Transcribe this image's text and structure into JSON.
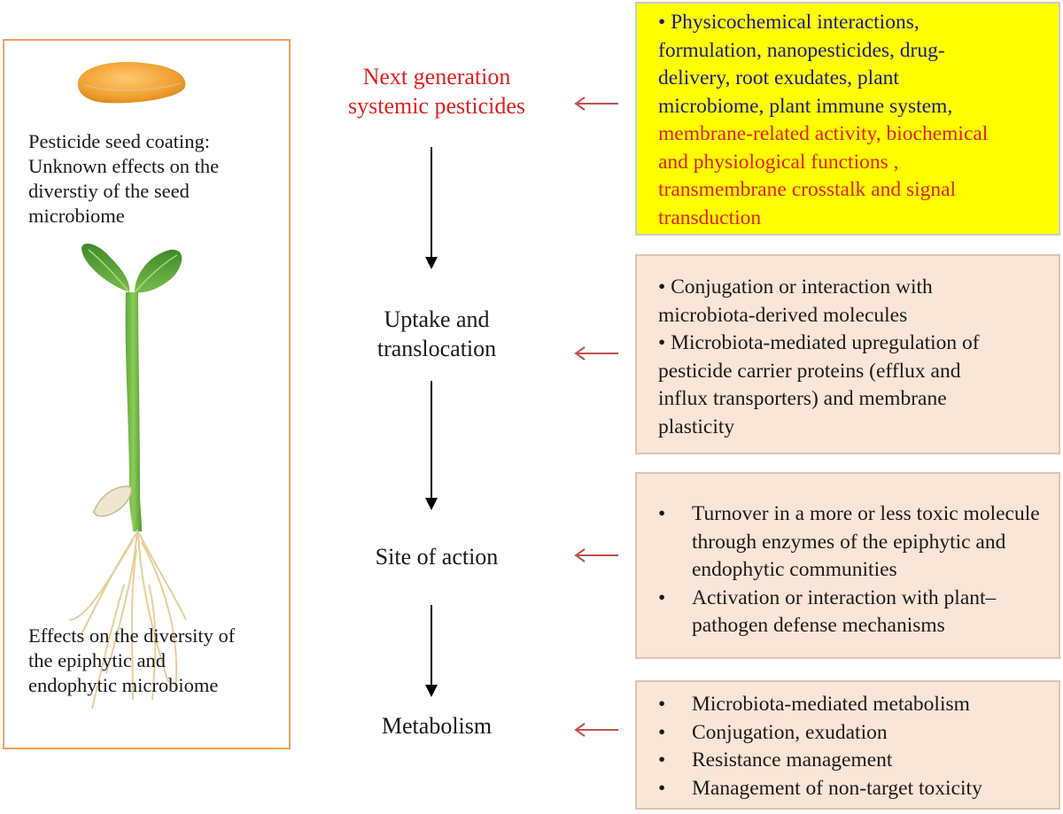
{
  "left_panel": {
    "seed_caption": [
      "Pesticide seed coating:",
      "Unknown effects on the",
      "diverstiy of the seed",
      "microbiome"
    ],
    "plant_caption": [
      "Effects on the diversity of",
      "the epiphytic and",
      "endophytic microbiome"
    ]
  },
  "stages": [
    {
      "lines": [
        "Next generation",
        "systemic pesticides"
      ],
      "color": "#e02020"
    },
    {
      "lines": [
        "Uptake and",
        "translocation"
      ],
      "color": "#1a1a1a"
    },
    {
      "lines": [
        "Site of action"
      ],
      "color": "#1a1a1a"
    },
    {
      "lines": [
        "Metabolism"
      ],
      "color": "#1a1a1a"
    }
  ],
  "boxes": [
    {
      "color": "#ffff00",
      "lines": [
        "• Physicochemical interactions,",
        "formulation, nanopesticides, drug-",
        "delivery, root exudates, plant",
        "microbiome, plant immune system,"
      ],
      "highlight_lines": [
        "membrane-related  activity, biochemical",
        "and physiological functions ,",
        "transmembrane crosstalk and signal",
        "transduction"
      ],
      "highlight_color": "#e02020"
    },
    {
      "color": "#fbe5d6",
      "lines": [
        "• Conjugation or interaction with",
        "microbiota-derived molecules",
        "• Microbiota-mediated upregulation of",
        "pesticide carrier proteins (efflux and",
        "influx transporters) and membrane",
        "plasticity"
      ]
    },
    {
      "color": "#fbe5d6",
      "bullet": "•",
      "items": [
        "Turnover in a more or less toxic molecule through enzymes of the epiphytic and endophytic communities",
        "Activation or interaction with plant– pathogen defense mechanisms"
      ]
    },
    {
      "color": "#fbe5d6",
      "bullet": "•",
      "items": [
        "Microbiota-mediated metabolism",
        "Conjugation, exudation",
        "Resistance  management",
        "Management of non-target toxicity"
      ]
    }
  ],
  "colors": {
    "panel_border": "#f0a060",
    "flow_arrow": "#000000",
    "link_arrow": "#c0504d"
  }
}
